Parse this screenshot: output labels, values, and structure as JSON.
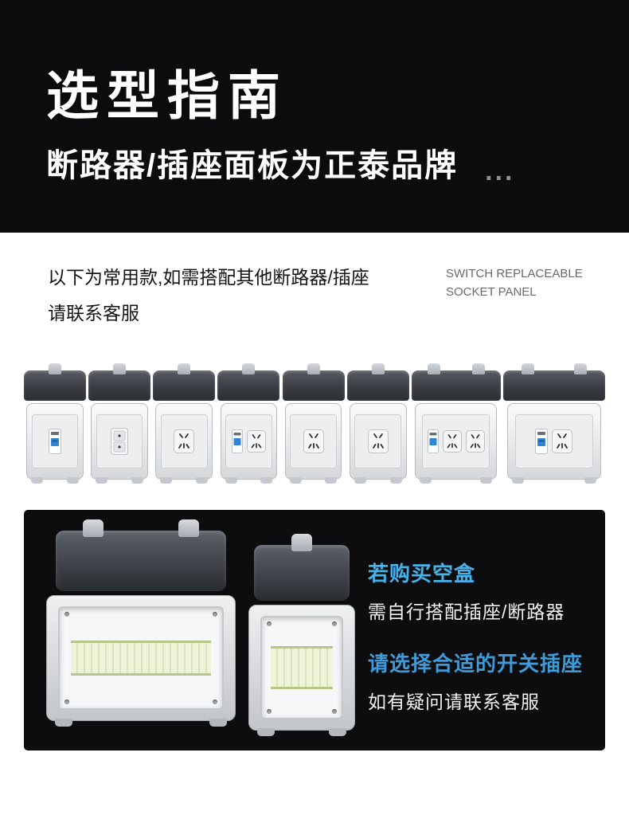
{
  "hero": {
    "title": "选型指南",
    "subtitle": "断路器/插座面板为正泰品牌",
    "ellipsis": "..."
  },
  "intro": {
    "line1": "以下为常用款,如需搭配其他断路器/插座",
    "line2": "请联系客服",
    "caption_line1": "SWITCH REPLACEABLE",
    "caption_line2": "SOCKET PANEL"
  },
  "products": [
    {
      "icon": "breaker-box-icon",
      "modules": [
        "breaker"
      ]
    },
    {
      "icon": "dual-outlet-box-icon",
      "modules": [
        "dual-outlet"
      ]
    },
    {
      "icon": "socket-box-icon",
      "modules": [
        "socket-5hole"
      ]
    },
    {
      "icon": "breaker-socket-box-icon",
      "modules": [
        "breaker",
        "socket-5hole"
      ]
    },
    {
      "icon": "socket-box-icon",
      "modules": [
        "socket-5hole"
      ]
    },
    {
      "icon": "socket-box-icon",
      "modules": [
        "socket-5hole"
      ]
    },
    {
      "icon": "breaker-double-socket-box-icon",
      "modules": [
        "breaker",
        "socket-5hole",
        "socket-5hole"
      ]
    },
    {
      "icon": "breaker-socket-wide-box-icon",
      "modules": [
        "breaker",
        "socket-5hole"
      ]
    }
  ],
  "empty_box_panel": {
    "heading1": "若购买空盒",
    "line1": "需自行搭配插座/断路器",
    "heading2": "请选择合适的开关插座",
    "line2": "如有疑问请联系客服",
    "accent1": "#45b3ea",
    "accent2": "#3f9ad8",
    "background": "#0d0d10"
  }
}
